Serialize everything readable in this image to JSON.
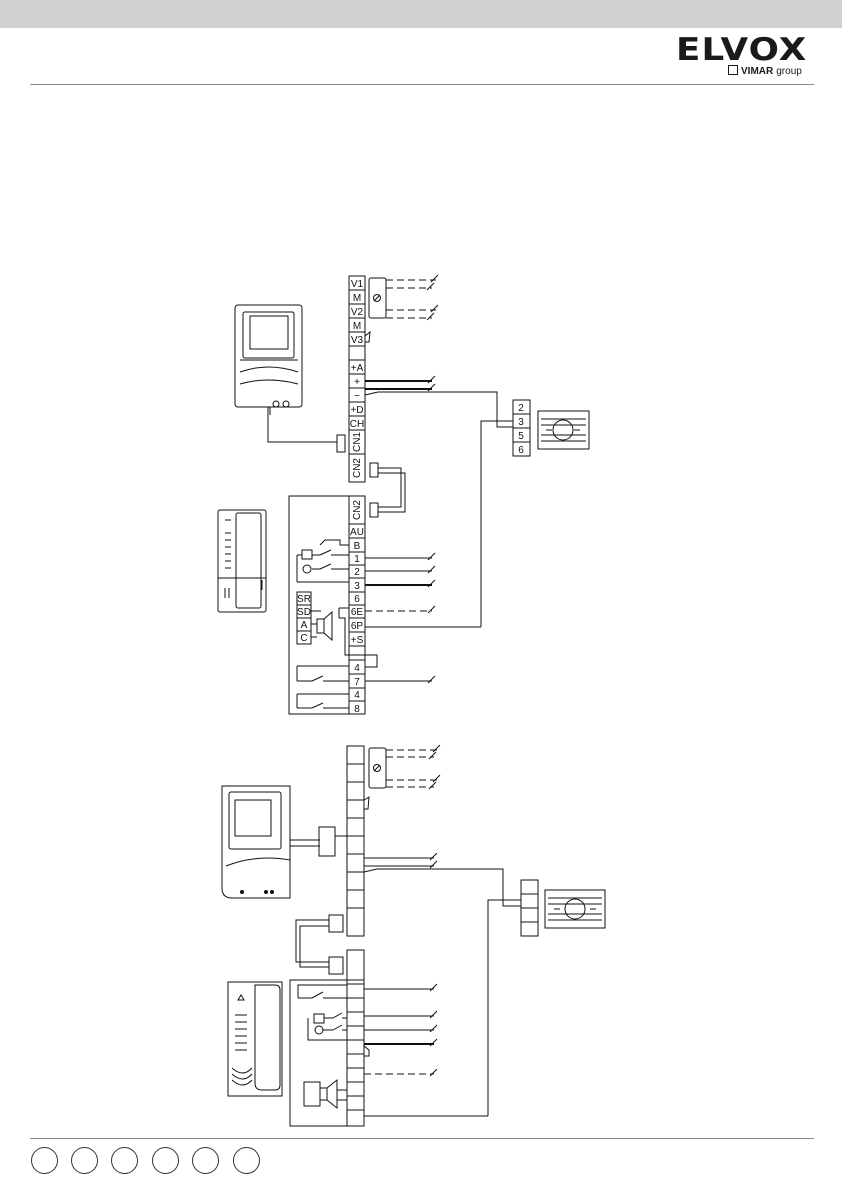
{
  "header": {
    "brand": "ELVOX",
    "sub_brand": "VIMAR",
    "sub_brand_suffix": "group"
  },
  "diagram": {
    "block1_top": {
      "terminals": [
        "V1",
        "M",
        "V2",
        "M",
        "V3",
        "",
        "+A",
        "+",
        "−",
        "+D",
        "CH",
        "CN1",
        "CN2"
      ]
    },
    "block1_bottom": {
      "terminals": [
        "CN2",
        "AU",
        "B",
        "1",
        "2",
        "3",
        "6",
        "6E",
        "6P",
        "+S",
        "4",
        "7",
        "4",
        "8"
      ],
      "left_labels": [
        "SR",
        "SD",
        "A",
        "C"
      ]
    },
    "doorbell_block": {
      "terminals": [
        "2",
        "3",
        "5",
        "6"
      ]
    }
  },
  "footer": {
    "language_circles": [
      "",
      "",
      "",
      "",
      "",
      ""
    ]
  }
}
